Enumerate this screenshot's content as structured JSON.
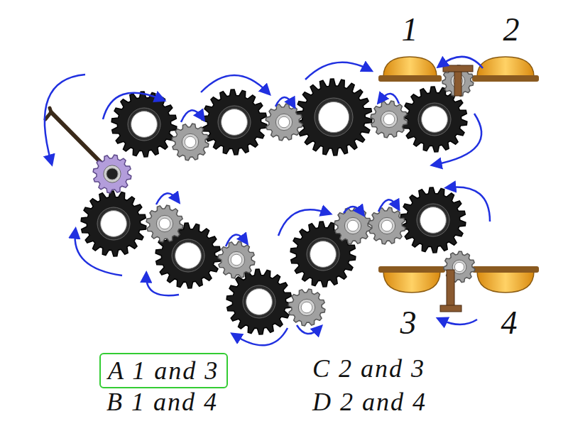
{
  "diagram": {
    "nodes": [
      {
        "text": [
          "A 1 and 3"
        ]
      }
    ],
    "labels": [
      "1",
      "2",
      "3",
      "4",
      "B 1 and 4",
      "C 2 and 3",
      "D 2 and 4"
    ]
  }
}
